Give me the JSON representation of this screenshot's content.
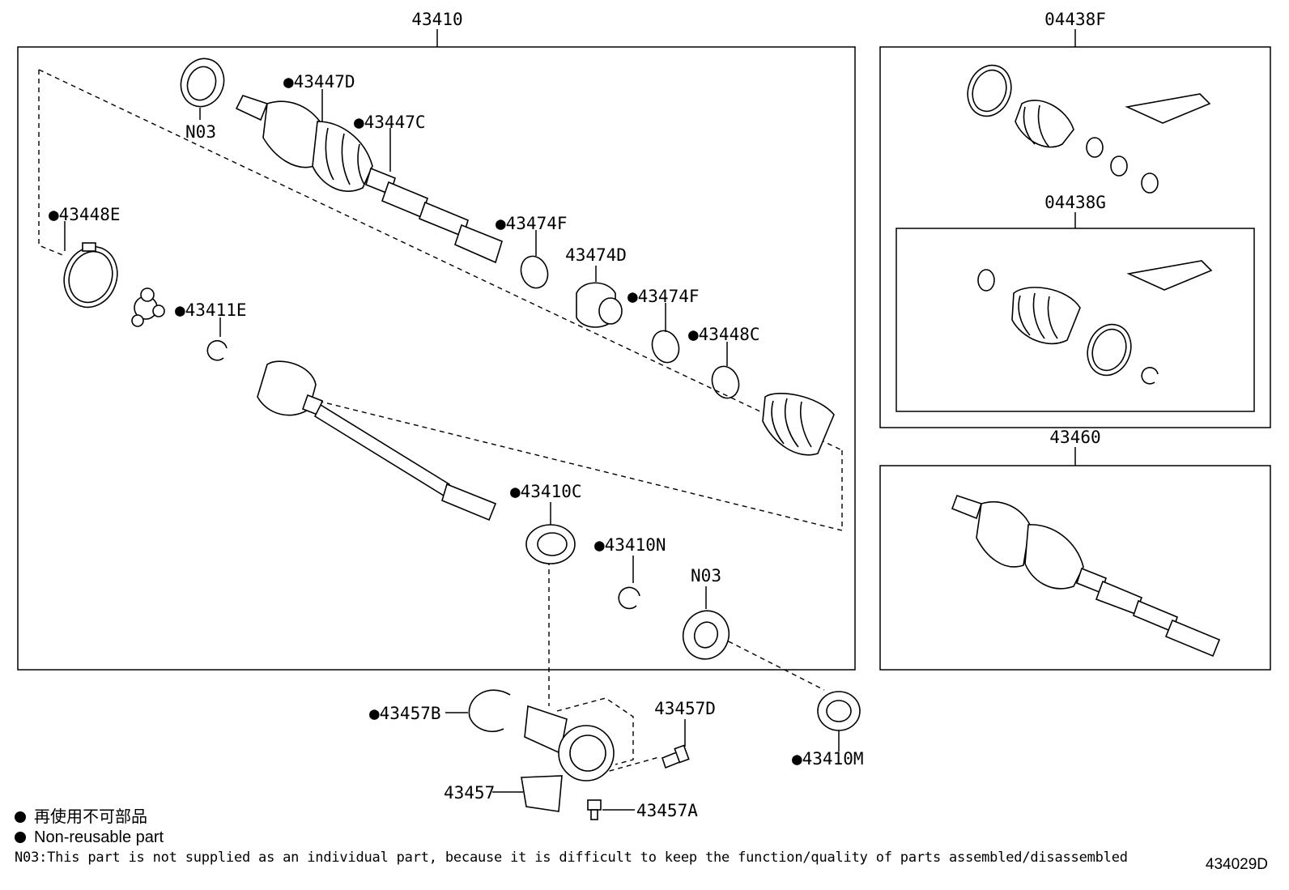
{
  "diagram": {
    "assemblies": {
      "main": "43410",
      "boot_kit_outer": "04438F",
      "boot_kit_inner": "04438G",
      "outer_joint": "43460"
    },
    "parts": {
      "p_n03_top": "N03",
      "p_43447d": "●43447D",
      "p_43447c": "●43447C",
      "p_43448e": "●43448E",
      "p_43474f_a": "●43474F",
      "p_43474d": "43474D",
      "p_43474f_b": "●43474F",
      "p_43411e": "●43411E",
      "p_43448c": "●43448C",
      "p_43410c": "●43410C",
      "p_43410n": "●43410N",
      "p_n03_mid": "N03",
      "p_43457b": "●43457B",
      "p_43457d": "43457D",
      "p_43457": "43457",
      "p_43457a": "43457A",
      "p_43410m": "●43410M"
    },
    "legend": {
      "non_reusable_ja": "再使用不可部品",
      "non_reusable_en": "Non-reusable part"
    },
    "note": "N03:This part is not supplied as an individual part, because it is difficult to keep the function/quality of parts assembled/disassembled",
    "illustration_number": "434029D"
  }
}
